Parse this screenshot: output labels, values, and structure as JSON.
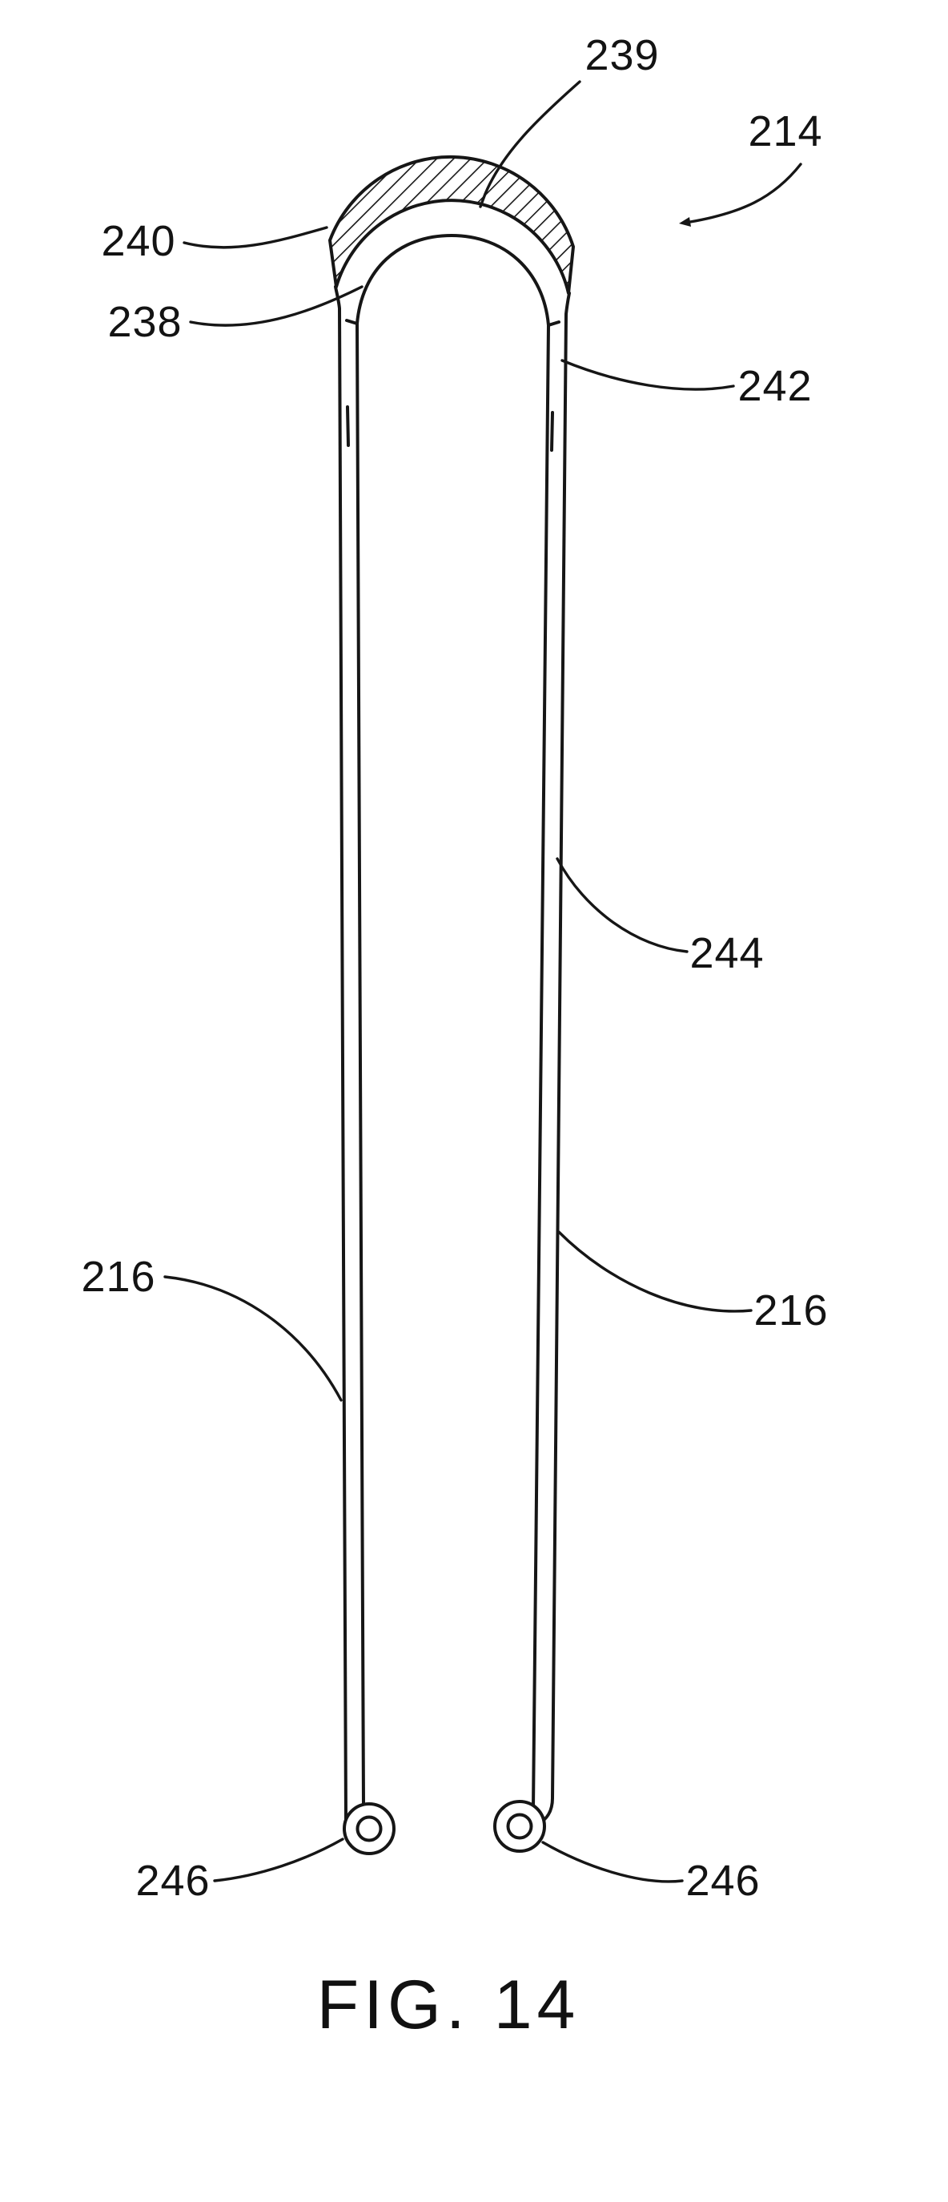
{
  "figure": {
    "caption": "FIG. 14",
    "background_color": "#ffffff",
    "line_color": "#161616",
    "labels": {
      "l239": "239",
      "l214": "214",
      "l240": "240",
      "l238": "238",
      "l242": "242",
      "l244": "244",
      "l216_left": "216",
      "l216_right": "216",
      "l246_left": "246",
      "l246_right": "246"
    }
  }
}
